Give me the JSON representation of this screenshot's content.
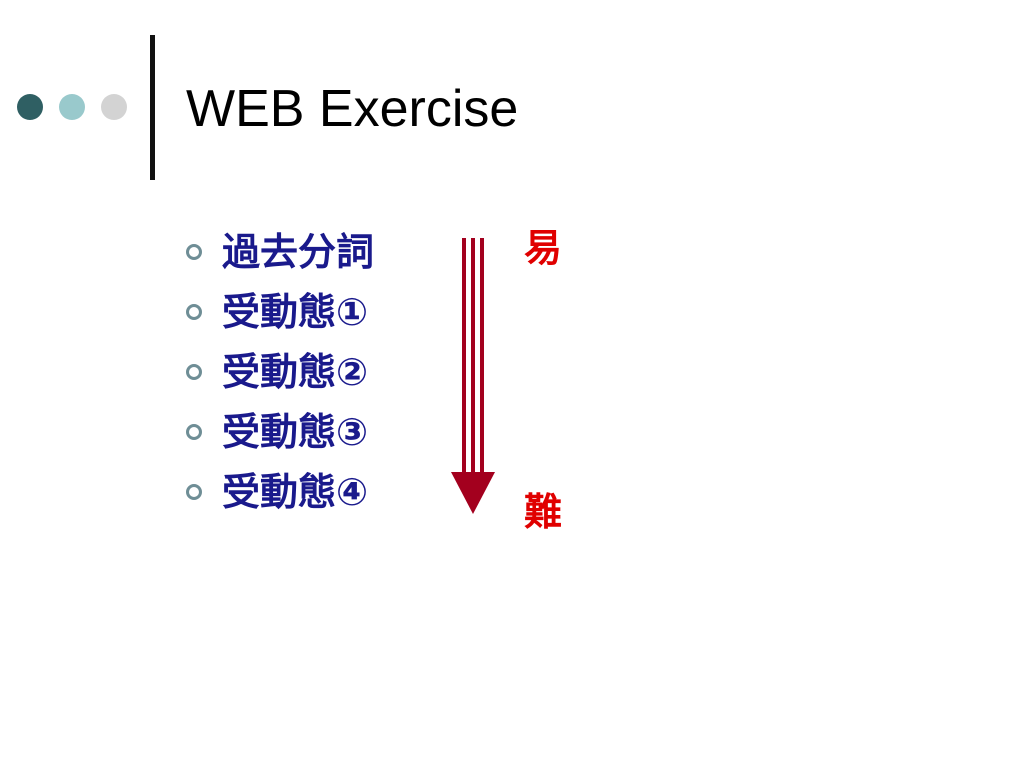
{
  "slide": {
    "title": "WEB Exercise",
    "bullets": [
      {
        "label": "過去分詞"
      },
      {
        "label": "受動態①"
      },
      {
        "label": "受動態②"
      },
      {
        "label": "受動態③"
      },
      {
        "label": "受動態④"
      }
    ],
    "difficulty": {
      "easy_label": "易",
      "hard_label": "難"
    }
  },
  "colors": {
    "dot_dark": "#2f5f63",
    "dot_mid": "#99c9cc",
    "dot_light": "#d3d3d3",
    "bullet_text": "#1a1a8c",
    "bullet_ring": "#6f8e96",
    "arrow": "#a3001e",
    "level_label": "#e00000"
  },
  "icons": {
    "title_decoration": "three-dots-icon",
    "bullet_marker": "ring-bullet-icon",
    "difficulty_indicator": "down-arrow-icon"
  }
}
